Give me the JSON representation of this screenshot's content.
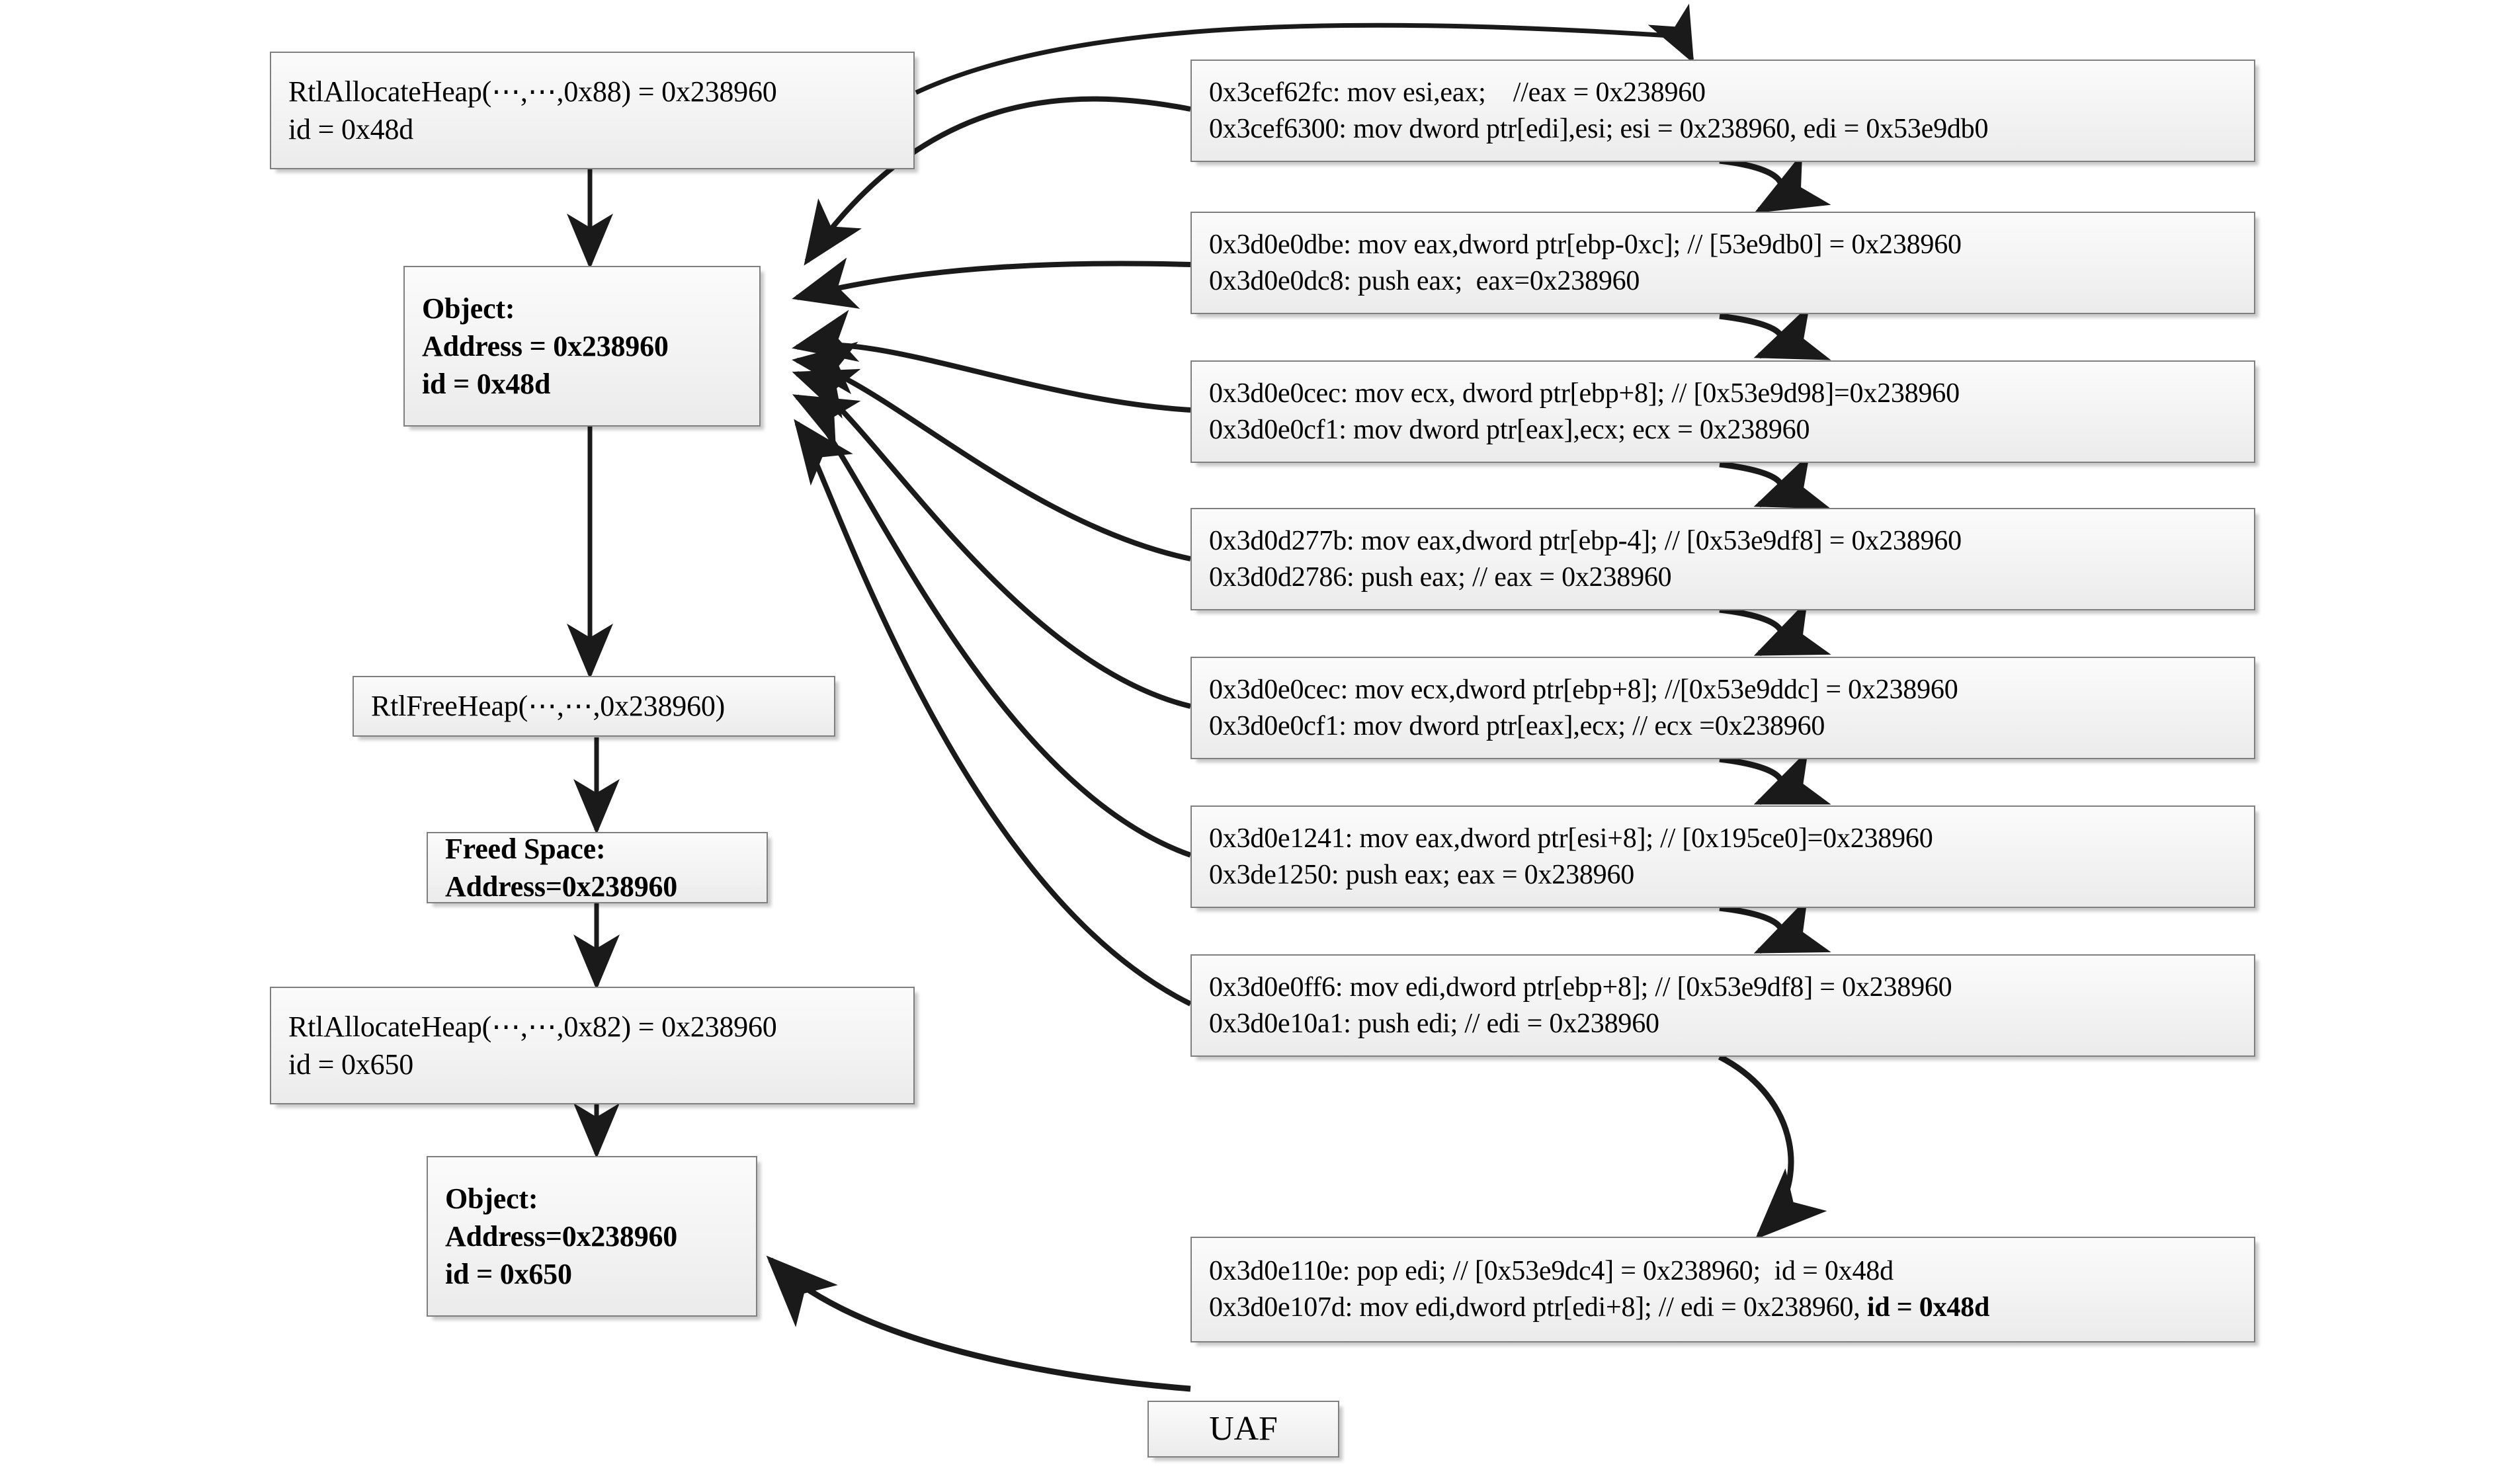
{
  "diagram": {
    "title": "Use-After-Free (UAF) heap object lifecycle trace",
    "bottom_label": "UAF",
    "left_flow": [
      {
        "name": "alloc-first",
        "style": "plain",
        "lines": [
          "RtlAllocateHeap(⋯,⋯,0x88) = 0x238960",
          "id = 0x48d"
        ]
      },
      {
        "name": "object-first",
        "style": "bold",
        "lines": [
          "Object:",
          "Address = 0x238960",
          "id = 0x48d"
        ]
      },
      {
        "name": "free-heap",
        "style": "plain",
        "lines": [
          "RtlFreeHeap(⋯,⋯,0x238960)"
        ]
      },
      {
        "name": "freed-space",
        "style": "bold",
        "lines": [
          "Freed Space:",
          "Address=0x238960"
        ]
      },
      {
        "name": "alloc-second",
        "style": "plain",
        "lines": [
          "RtlAllocateHeap(⋯,⋯,0x82) = 0x238960",
          "id = 0x650"
        ]
      },
      {
        "name": "object-second",
        "style": "bold",
        "lines": [
          "Object:",
          "Address=0x238960",
          "id = 0x650"
        ]
      }
    ],
    "instructions": [
      {
        "name": "instr-1",
        "lines": [
          "0x3cef62fc: mov esi,eax;    //eax = 0x238960",
          "0x3cef6300: mov dword ptr[edi],esi; esi = 0x238960, edi = 0x53e9db0"
        ]
      },
      {
        "name": "instr-2",
        "lines": [
          "0x3d0e0dbe: mov eax,dword ptr[ebp-0xc]; // [53e9db0] = 0x238960",
          "0x3d0e0dc8: push eax;  eax=0x238960"
        ]
      },
      {
        "name": "instr-3",
        "lines": [
          "0x3d0e0cec: mov ecx, dword ptr[ebp+8]; // [0x53e9d98]=0x238960",
          "0x3d0e0cf1: mov dword ptr[eax],ecx; ecx = 0x238960"
        ]
      },
      {
        "name": "instr-4",
        "lines": [
          "0x3d0d277b: mov eax,dword ptr[ebp-4]; // [0x53e9df8] = 0x238960",
          "0x3d0d2786: push eax; // eax = 0x238960"
        ]
      },
      {
        "name": "instr-5",
        "lines": [
          "0x3d0e0cec: mov ecx,dword ptr[ebp+8]; //[0x53e9ddc] = 0x238960",
          "0x3d0e0cf1: mov dword ptr[eax],ecx; // ecx =0x238960"
        ]
      },
      {
        "name": "instr-6",
        "lines": [
          "0x3d0e1241: mov eax,dword ptr[esi+8]; // [0x195ce0]=0x238960",
          "0x3de1250: push eax; eax = 0x238960"
        ]
      },
      {
        "name": "instr-7",
        "lines": [
          "0x3d0e0ff6: mov edi,dword ptr[ebp+8]; // [0x53e9df8] = 0x238960",
          "0x3d0e10a1: push edi; // edi = 0x238960"
        ]
      },
      {
        "name": "instr-8",
        "lines_html": [
          "0x3d0e110e: pop edi; // [0x53e9dc4] = 0x238960;  id = 0x48d",
          "0x3d0e107d: mov edi,dword ptr[edi+8]; // edi = 0x238960, <b>id = 0x48d</b>"
        ]
      }
    ],
    "colors": {
      "box_border": "#7f7f7f",
      "box_fill": "#f2f2f2",
      "edge": "#1a1a1a",
      "text": "#000000"
    }
  }
}
